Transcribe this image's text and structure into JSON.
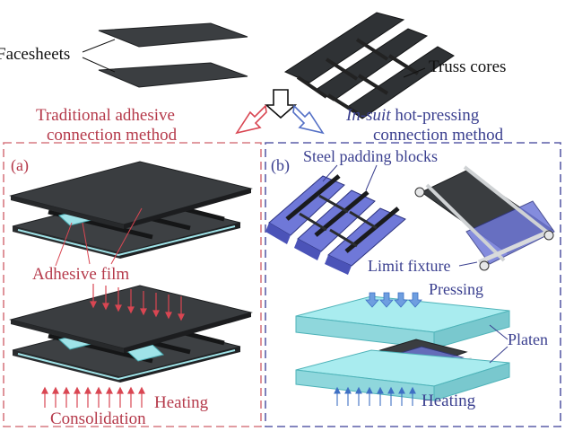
{
  "labels": {
    "facesheets": "Facesheets",
    "truss_cores": "Truss cores",
    "traditional_line1": "Traditional adhesive",
    "traditional_line2": "connection method",
    "insuit_italic": "In-suit",
    "insuit_rest": " hot-pressing",
    "insuit_line2": "connection method",
    "panel_a": "(a)",
    "panel_b": "(b)",
    "adhesive_film": "Adhesive film",
    "heating_a": "Heating",
    "consolidation": "Consolidation",
    "steel_padding_blocks": "Steel padding blocks",
    "limit_fixture": "Limit fixture",
    "pressing": "Pressing",
    "platen": "Platen",
    "heating_b": "Heating"
  },
  "colors": {
    "red_text": "#b5394a",
    "red_dashed": "#d77a82",
    "red_arrow": "#d94652",
    "blue_text": "#3a3f8f",
    "blue_dashed": "#5b5fa8",
    "blue_arrow": "#5470c6",
    "plate_dark": "#3a3d40",
    "plate_edge": "#202224",
    "film_cyan": "#9fe3e8",
    "platen_cyan": "#a9ecef",
    "pad_purple": "#6f78d8"
  }
}
